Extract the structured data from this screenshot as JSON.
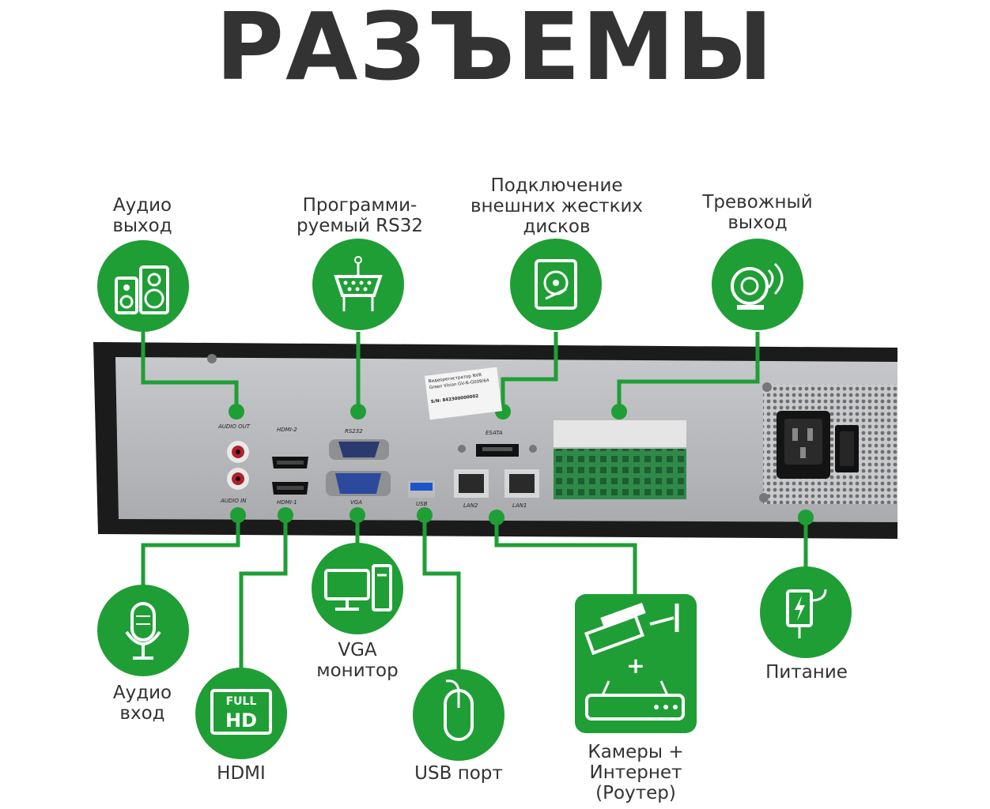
{
  "title": "РАЗЪЕМЫ",
  "colors": {
    "accent": "#1f9e35",
    "title": "#333333",
    "panel": "#b9bbbe",
    "chassis": "#1b1b1b"
  },
  "connectors": [
    {
      "id": "audio-out",
      "label": "Аудио\nвыход",
      "icon": "speakers-icon"
    },
    {
      "id": "rs232",
      "label": "Программи-\nруемый RS32",
      "icon": "serial-port-icon"
    },
    {
      "id": "esata",
      "label": "Подключение\nвнешних жестких\nдисков",
      "icon": "hard-disk-icon"
    },
    {
      "id": "alarm",
      "label": "Тревожный\nвыход",
      "icon": "alarm-bell-icon"
    },
    {
      "id": "audio-in",
      "label": "Аудио\nвход",
      "icon": "microphone-icon"
    },
    {
      "id": "hdmi",
      "label": "HDMI",
      "icon": "full-hd-icon"
    },
    {
      "id": "vga",
      "label": "VGA\nмонитор",
      "icon": "computer-monitor-icon"
    },
    {
      "id": "usb",
      "label": "USB порт",
      "icon": "mouse-icon"
    },
    {
      "id": "lan",
      "label": "Камеры +\nИнтернет\n(Роутер)",
      "icon": "camera-router-icon"
    },
    {
      "id": "power",
      "label": "Питание",
      "icon": "power-adapter-icon"
    }
  ],
  "port_labels": {
    "audio_out": "AUDIO OUT",
    "audio_in": "AUDIO IN",
    "hdmi2": "HDMI-2",
    "hdmi1": "HDMI-1",
    "rs232": "RS232",
    "vga": "VGA",
    "usb": "USB",
    "esata": "ESATA",
    "lan2": "LAN2",
    "lan1": "LAN1"
  },
  "sticker": {
    "line1": "Видеорегистратор NVR",
    "line2": "Green Vision GV-N-G009/64",
    "sn": "S/N: 842300000002"
  },
  "lan_plus": "+"
}
